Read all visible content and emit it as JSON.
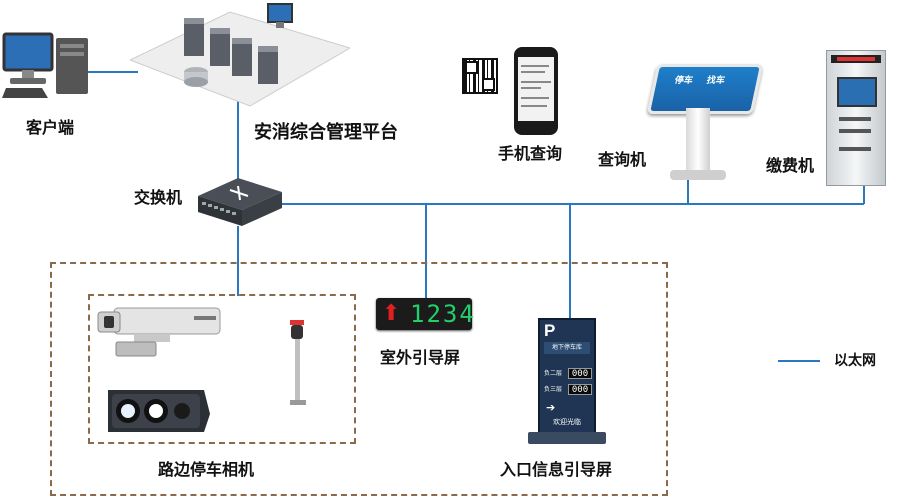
{
  "labels": {
    "client": "客户端",
    "platform": "安消综合管理平台",
    "switch": "交换机",
    "phone_query": "手机查询",
    "query_machine": "查询机",
    "payment_machine": "缴费机",
    "outdoor_screen": "室外引导屏",
    "roadside_camera": "路边停车相机",
    "entrance_screen": "入口信息引导屏",
    "legend_ethernet": "以太网"
  },
  "outdoor_led": {
    "digits": "1234"
  },
  "entrance_sign": {
    "header": "地下停车库",
    "rows": [
      {
        "label": "负二层",
        "value": "000"
      },
      {
        "label": "负三层",
        "value": "000"
      }
    ],
    "welcome": "欢迎光临"
  },
  "query_screen": {
    "left_text": "停车",
    "right_text": "找车"
  },
  "colors": {
    "ethernet": "#2a78c0",
    "dashed_frame": "#8a6a4a"
  }
}
